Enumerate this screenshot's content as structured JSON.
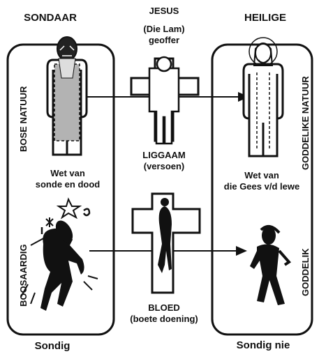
{
  "left": {
    "title": "SONDAAR",
    "upper_side_label": "BOSE NATUUR",
    "lower_side_label": "BOOSAARDIG",
    "law_line1": "Wet van",
    "law_line2": "sonde en dood",
    "footer": "Sondig"
  },
  "center": {
    "title_line1": "JESUS",
    "title_line2": "(Die Lam)",
    "title_line3": "geoffer",
    "body_line1": "LIGGAAM",
    "body_line2": "(versoen)",
    "blood_line1": "BLOED",
    "blood_line2": "(boete doening)"
  },
  "right": {
    "title": "HEILIGE",
    "upper_side_label": "GODDELIKE NATUUR",
    "lower_side_label": "GODDELIK",
    "law_line1": "Wet van",
    "law_line2": "die Gees v/d lewe",
    "footer": "Sondig nie"
  },
  "colors": {
    "ink": "#111111",
    "robe_shade": "#b3b3b3",
    "background": "#ffffff"
  }
}
